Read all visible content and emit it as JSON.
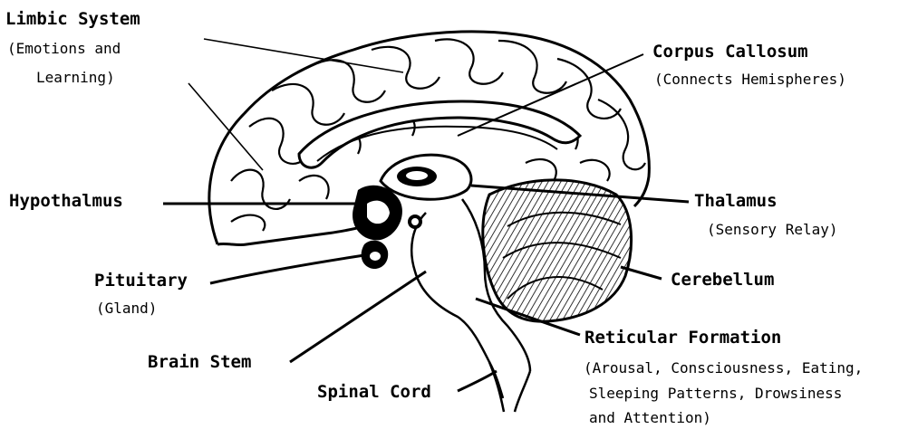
{
  "labels": {
    "limbic_system": {
      "name": "Limbic System",
      "desc_line1": "(Emotions and",
      "desc_line2": "Learning)"
    },
    "corpus_callosum": {
      "name": "Corpus Callosum",
      "desc": "(Connects Hemispheres)"
    },
    "hypothalmus": {
      "name": "Hypothalmus"
    },
    "thalamus": {
      "name": "Thalamus",
      "desc": "(Sensory Relay)"
    },
    "pituitary": {
      "name": "Pituitary",
      "desc": "(Gland)"
    },
    "cerebellum": {
      "name": "Cerebellum"
    },
    "brain_stem": {
      "name": "Brain Stem"
    },
    "reticular_formation": {
      "name": "Reticular Formation",
      "desc_line1": "(Arousal, Consciousness, Eating,",
      "desc_line2": "Sleeping Patterns, Drowsiness",
      "desc_line3": "and Attention)"
    },
    "spinal_cord": {
      "name": "Spinal Cord"
    }
  },
  "colors": {
    "ink": "#000000",
    "paper": "#ffffff"
  }
}
